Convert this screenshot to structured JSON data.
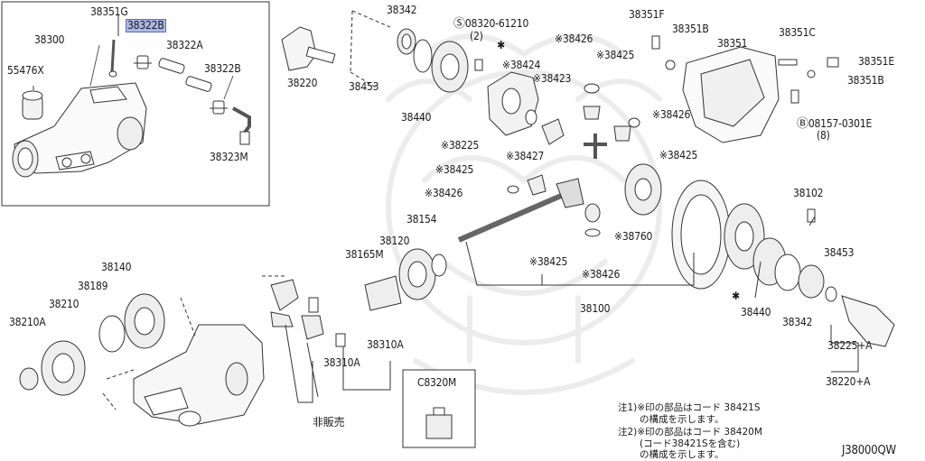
{
  "diagram_code": "J38000QW",
  "highlight_color": "#aab8e6",
  "watermark": "crest-emblem",
  "parts": {
    "p38351G": "38351G",
    "p38322B_top": "38322B",
    "p38300": "38300",
    "p38322A": "38322A",
    "p38322B_right": "38322B",
    "p55476X": "55476X",
    "p38323M": "38323M",
    "p38342_top": "38342",
    "p38220": "38220",
    "p38453_top": "38453",
    "p38440_top": "38440",
    "p08320": "08320-61210",
    "p08320_qty": "(2)",
    "p38424": "38424",
    "p38426_a": "38426",
    "p38425_a": "38425",
    "p38423": "38423",
    "p38225": "38225",
    "p38427": "38427",
    "p38426_b": "38426",
    "p38425_b": "38425",
    "p38425_c": "38425",
    "p38426_c": "38426",
    "p38351F": "38351F",
    "p38351B_top": "38351B",
    "p38351": "38351",
    "p38351C": "38351C",
    "p38351E": "38351E",
    "p38351B_right": "38351B",
    "p08157": "08157-0301E",
    "p08157_qty": "(8)",
    "p38102": "38102",
    "p38154": "38154",
    "p38120": "38120",
    "p38165M": "38165M",
    "p38425_d": "38425",
    "p38426_d": "38426",
    "p38760": "38760",
    "p38453_right": "38453",
    "p38100": "38100",
    "p38140": "38140",
    "p38189": "38189",
    "p38210": "38210",
    "p38210A": "38210A",
    "p38440_right": "38440",
    "p38342_right": "38342",
    "p38225A": "38225+A",
    "p38220A": "38220+A",
    "p38310A_a": "38310A",
    "p38310A_b": "38310A",
    "not_sold": "非販売",
    "pC8320M": "C8320M"
  },
  "notes": [
    "注1)※印の部品はコード 38421S",
    "の構成を示します。",
    "注2)※印の部品はコード 38420M",
    "(コード38421Sを含む)",
    "の構成を示します。"
  ]
}
